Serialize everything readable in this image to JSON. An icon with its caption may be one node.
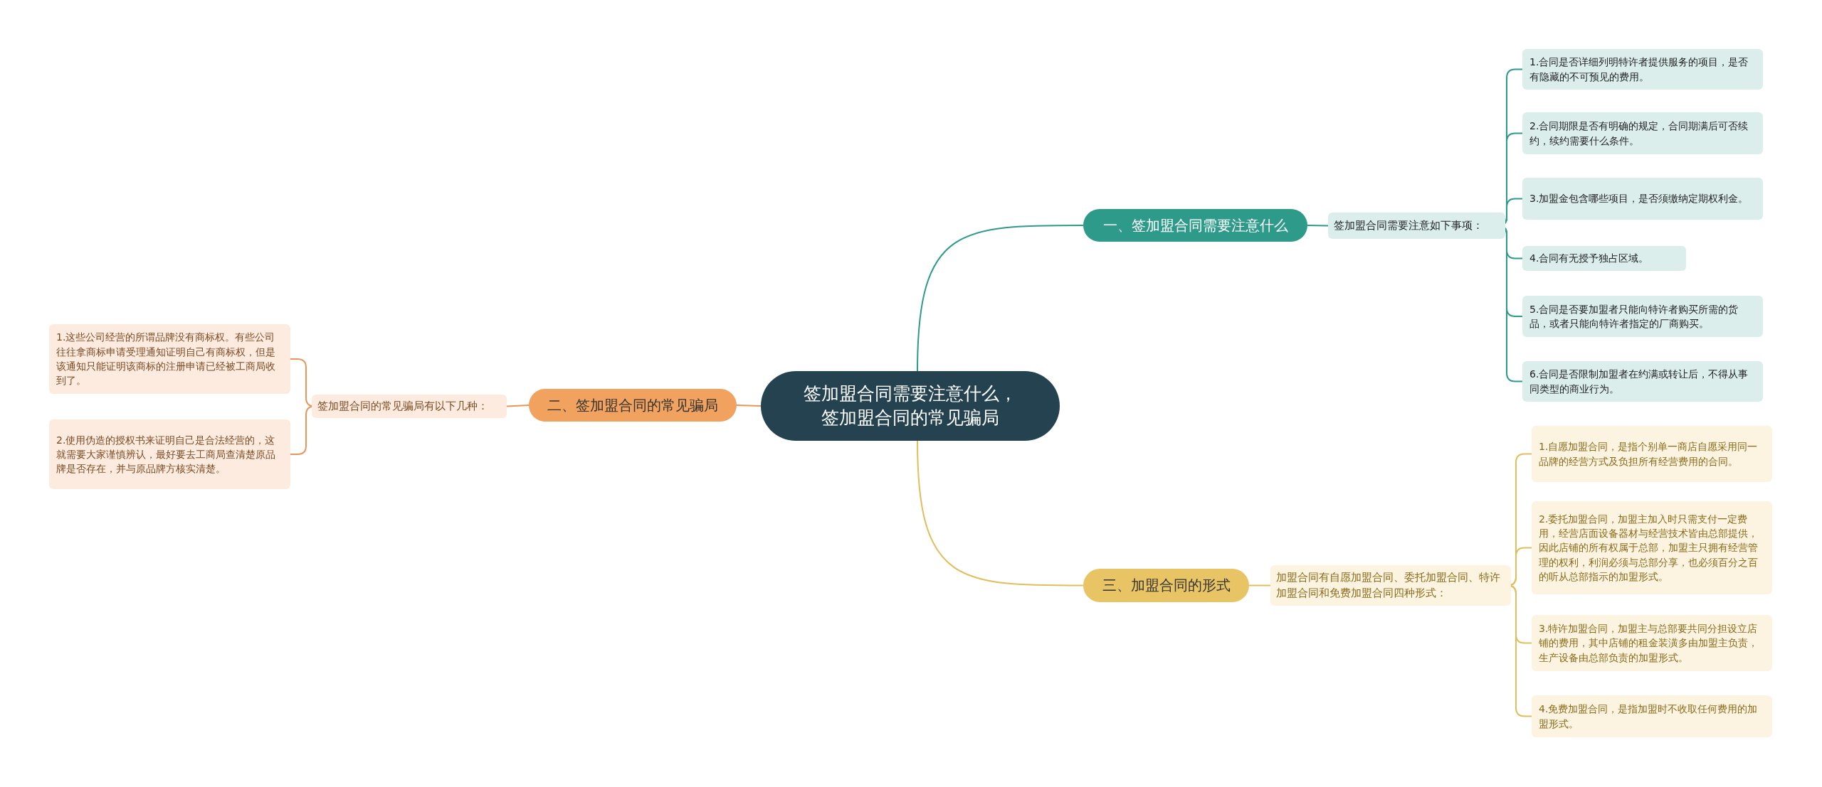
{
  "diagram": {
    "nodes": [
      {
        "text": [
          "签加盟合同需要注意什么，签加盟合同的常见骗局"
        ]
      },
      {
        "text": [
          "一、签加盟合同需要注意什么"
        ]
      },
      {
        "text": [
          "签加盟合同需要注意如下事项："
        ]
      },
      {
        "text": [
          "1.合同是否详细列明特许者提供服务的项目，是否有隐藏的不可预见的费用。"
        ]
      },
      {
        "text": [
          "2.合同期限是否有明确的规定，合同期满后可否续约，续约需要什么条件。"
        ]
      },
      {
        "text": [
          "3.加盟金包含哪些项目，是否须缴纳定期权利金。"
        ]
      },
      {
        "text": [
          "4.合同有无授予独占区域。"
        ]
      },
      {
        "text": [
          "5.合同是否要加盟者只能向特许者购买所需的货品，或者只能向特许者指定的厂商购买。"
        ]
      },
      {
        "text": [
          "6.合同是否限制加盟者在约满或转让后，不得从事同类型的商业行为。"
        ]
      },
      {
        "text": [
          "二、签加盟合同的常见骗局"
        ]
      },
      {
        "text": [
          "签加盟合同的常见骗局有以下几种："
        ]
      },
      {
        "text": [
          "1.这些公司经营的所谓品牌没有商标权。有些公司往往拿商标申请受理通知证明自己有商标权，但是该通知只能证明该商标的注册申请已经被工商局收到了。"
        ]
      },
      {
        "text": [
          "2.使用伪造的授权书来证明自己是合法经营的，这就需要大家谨慎辨认，最好要去工商局查清楚原品牌是否存在，并与原品牌方核实清楚。"
        ]
      },
      {
        "text": [
          "三、加盟合同的形式"
        ]
      },
      {
        "text": [
          "加盟合同有自愿加盟合同、委托加盟合同、特许加盟合同和免费加盟合同四种形式："
        ]
      },
      {
        "text": [
          "1.自愿加盟合同，是指个别单一商店自愿采用同一品牌的经营方式及负担所有经营费用的合同。"
        ]
      },
      {
        "text": [
          "2.委托加盟合同，加盟主加入时只需支付一定费用，经营店面设备器材与经营技术皆由总部提供，因此店铺的所有权属于总部，加盟主只拥有经营管理的权利，利润必须与总部分享，也必须百分之百的听从总部指示的加盟形式。"
        ]
      },
      {
        "text": [
          "3.特许加盟合同，加盟主与总部要共同分担设立店铺的费用，其中店铺的租金装潢多由加盟主负责，生产设备由总部负责的加盟形式。"
        ]
      },
      {
        "text": [
          "4.免费加盟合同，是指加盟时不收取任何费用的加盟形式。"
        ]
      }
    ],
    "edges": [
      {
        "from": 0,
        "to": 1,
        "arrow": "none"
      },
      {
        "from": 1,
        "to": 2,
        "arrow": "none"
      },
      {
        "from": 2,
        "to": 3,
        "arrow": "none"
      },
      {
        "from": 2,
        "to": 4,
        "arrow": "none"
      },
      {
        "from": 2,
        "to": 5,
        "arrow": "none"
      },
      {
        "from": 2,
        "to": 6,
        "arrow": "none"
      },
      {
        "from": 2,
        "to": 7,
        "arrow": "none"
      },
      {
        "from": 2,
        "to": 8,
        "arrow": "none"
      },
      {
        "from": 0,
        "to": 9,
        "arrow": "none",
        "color": "#e9955a"
      },
      {
        "from": 9,
        "to": 10,
        "arrow": "none",
        "color": "#e9955a"
      },
      {
        "from": 10,
        "to": 11,
        "arrow": "none",
        "color": "#e9955a"
      },
      {
        "from": 10,
        "to": 12,
        "arrow": "none",
        "color": "#e9955a"
      },
      {
        "from": 0,
        "to": 13,
        "arrow": "none",
        "color": "#e3bd5c"
      },
      {
        "from": 13,
        "to": 14,
        "arrow": "none",
        "color": "#e3bd5c"
      },
      {
        "from": 14,
        "to": 15,
        "arrow": "none",
        "color": "#e3bd5c"
      },
      {
        "from": 14,
        "to": 16,
        "arrow": "none",
        "color": "#e3bd5c"
      },
      {
        "from": 14,
        "to": 17,
        "arrow": "none",
        "color": "#e3bd5c"
      },
      {
        "from": 14,
        "to": 18,
        "arrow": "none",
        "color": "#e3bd5c"
      }
    ]
  }
}
